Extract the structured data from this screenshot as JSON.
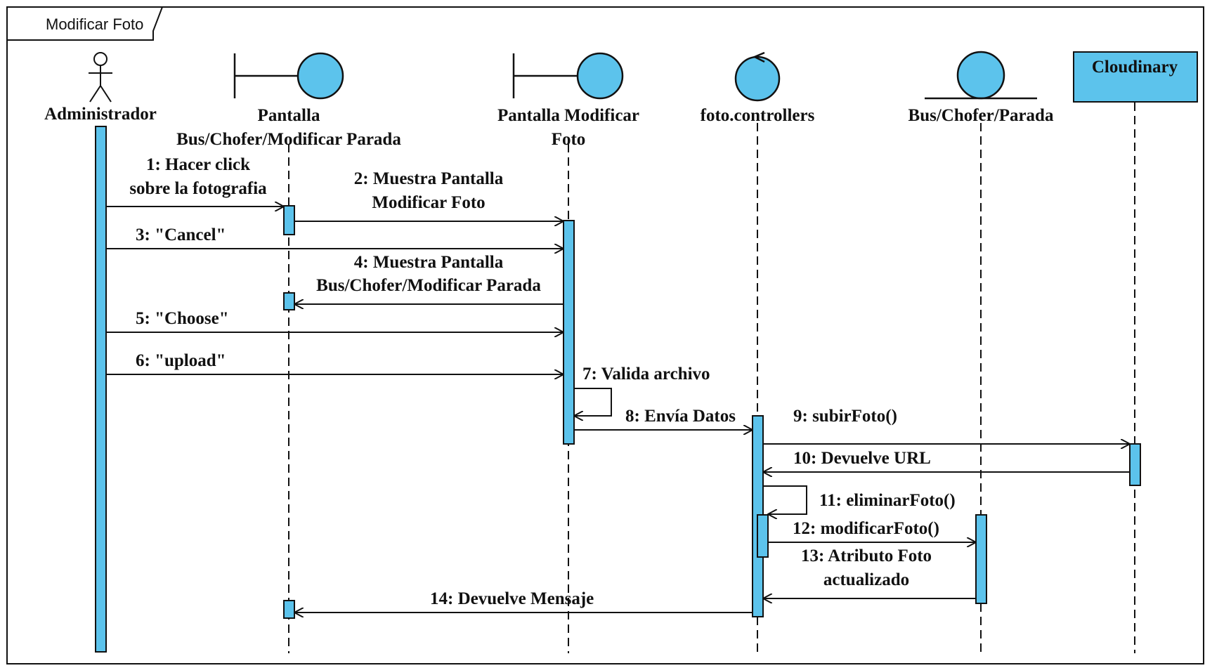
{
  "frame": {
    "title": "Modificar Foto"
  },
  "participants": {
    "administrador": {
      "label": "Administrador",
      "type": "actor"
    },
    "pantalla_parada": {
      "label_line1": "Pantalla",
      "label_line2": "Bus/Chofer/Modificar Parada",
      "type": "boundary"
    },
    "pantalla_foto": {
      "label_line1": "Pantalla Modificar",
      "label_line2": "Foto",
      "type": "boundary"
    },
    "controller": {
      "label": "foto.controllers",
      "type": "control"
    },
    "entity": {
      "label": "Bus/Chofer/Parada",
      "type": "entity"
    },
    "cloudinary": {
      "label": "Cloudinary",
      "type": "external-system"
    }
  },
  "messages": {
    "m1": {
      "line1": "1: Hacer click",
      "line2": "sobre la fotografia",
      "from": "Administrador",
      "to": "Pantalla Bus/Chofer/Modificar Parada"
    },
    "m2": {
      "line1": "2: Muestra Pantalla",
      "line2": "Modificar Foto",
      "from": "Pantalla Bus/Chofer/Modificar Parada",
      "to": "Pantalla Modificar Foto"
    },
    "m3": {
      "text": "3: \"Cancel\"",
      "from": "Administrador",
      "to": "Pantalla Modificar Foto"
    },
    "m4": {
      "line1": "4: Muestra Pantalla",
      "line2": "Bus/Chofer/Modificar Parada",
      "from": "Pantalla Modificar Foto",
      "to": "Pantalla Bus/Chofer/Modificar Parada"
    },
    "m5": {
      "text": "5: \"Choose\"",
      "from": "Administrador",
      "to": "Pantalla Modificar Foto"
    },
    "m6": {
      "text": "6: \"upload\"",
      "from": "Administrador",
      "to": "Pantalla Modificar Foto"
    },
    "m7": {
      "text": "7: Valida archivo",
      "from": "Pantalla Modificar Foto",
      "to": "Pantalla Modificar Foto"
    },
    "m8": {
      "text": "8: Envía Datos",
      "from": "Pantalla Modificar Foto",
      "to": "foto.controllers"
    },
    "m9": {
      "text": "9: subirFoto()",
      "from": "foto.controllers",
      "to": "Cloudinary"
    },
    "m10": {
      "text": "10: Devuelve URL",
      "from": "Cloudinary",
      "to": "foto.controllers"
    },
    "m11": {
      "text": "11: eliminarFoto()",
      "from": "foto.controllers",
      "to": "foto.controllers"
    },
    "m12": {
      "text": "12: modificarFoto()",
      "from": "foto.controllers",
      "to": "Bus/Chofer/Parada"
    },
    "m13": {
      "line1": "13: Atributo Foto",
      "line2": "actualizado",
      "from": "Bus/Chofer/Parada",
      "to": "foto.controllers"
    },
    "m14": {
      "text": "14: Devuelve Mensaje",
      "from": "foto.controllers",
      "to": "Pantalla Bus/Chofer/Modificar Parada"
    }
  },
  "colors": {
    "fill": "#5cc3ec",
    "stroke": "#111111",
    "background": "#ffffff"
  }
}
